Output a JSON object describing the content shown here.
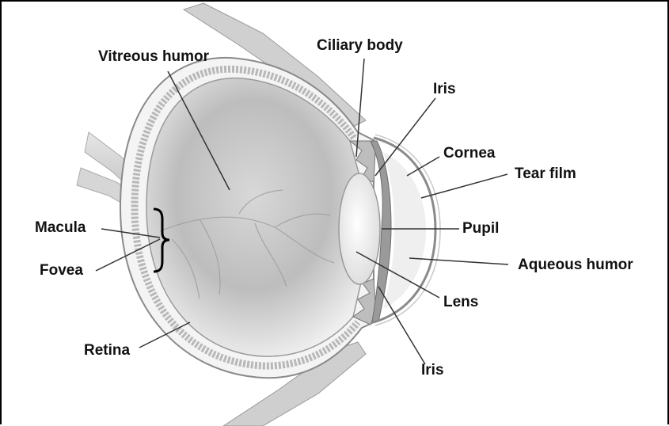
{
  "labels": {
    "vitreous_humor": "Vitreous humor",
    "ciliary_body": "Ciliary body",
    "iris_top": "Iris",
    "cornea": "Cornea",
    "tear_film": "Tear film",
    "macula": "Macula",
    "fovea": "Fovea",
    "pupil": "Pupil",
    "aqueous_humor": "Aqueous humor",
    "lens": "Lens",
    "retina": "Retina",
    "iris_bottom": "Iris"
  }
}
